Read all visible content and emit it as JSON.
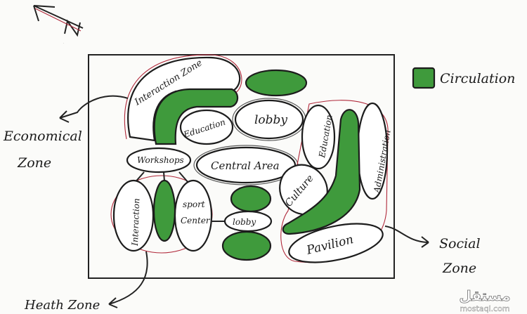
{
  "colors": {
    "circulation": "#3f9a3c",
    "ink": "#1c1c1c",
    "red_outline": "#b0283a"
  },
  "north_arrow": {
    "label": "N"
  },
  "legend": {
    "label": "Circulation"
  },
  "zones": {
    "economical": {
      "line1": "Economical",
      "line2": "Zone"
    },
    "social": {
      "line1": "Social",
      "line2": "Zone"
    },
    "health": {
      "label": "Heath Zone"
    }
  },
  "spaces": {
    "interaction_zone": "Interaction Zone",
    "lobby_top": "lobby",
    "education_left": "Education",
    "workshops": "Workshops",
    "central_area": "Central Area",
    "education_right": "Education",
    "administration": "Administration",
    "culture": "Culture",
    "interaction": "Interaction",
    "sport_center_1": "sport",
    "sport_center_2": "Center",
    "lobby_bottom": "lobby",
    "pavilion": "Pavilion"
  },
  "watermark": {
    "arabic": "مستقل",
    "latin": "mostaql.com"
  }
}
